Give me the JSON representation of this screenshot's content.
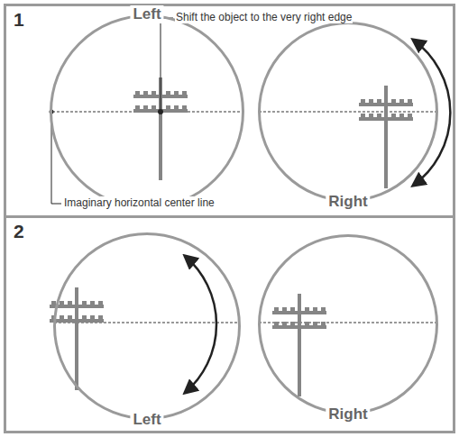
{
  "diagram": {
    "nodes": [
      {
        "text": [
          "1"
        ]
      },
      {
        "text": [
          "Left"
        ],
        "in": 0
      },
      {
        "text": [
          "Right"
        ],
        "in": 0
      },
      {
        "text": [
          "2"
        ]
      },
      {
        "text": [
          "Left"
        ],
        "in": 3
      },
      {
        "text": [
          "Right"
        ],
        "in": 3
      }
    ],
    "labels": [
      "Shift the object to the very right edge",
      "Imaginary horizontal center line"
    ]
  }
}
